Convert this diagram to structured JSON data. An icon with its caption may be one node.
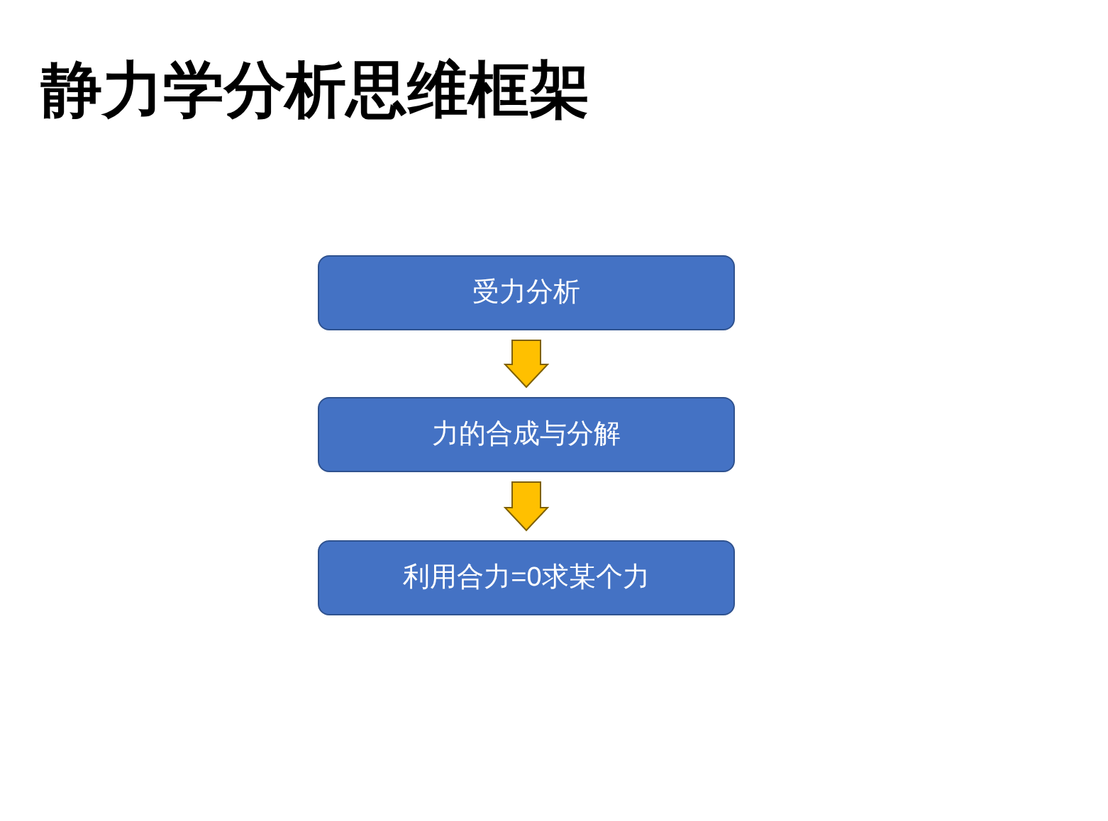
{
  "diagram": {
    "title": "静力学分析思维框架",
    "nodes": [
      {
        "text": [
          "受力分析"
        ]
      },
      {
        "text": [
          "力的合成与分解"
        ]
      },
      {
        "text": [
          "利用合力=0求某个力"
        ]
      }
    ],
    "edges": [
      {
        "from": 0,
        "to": 1,
        "arrow": "to",
        "style": "thick",
        "color": "#ffc000"
      },
      {
        "from": 1,
        "to": 2,
        "arrow": "to",
        "style": "thick",
        "color": "#ffc000"
      }
    ]
  }
}
